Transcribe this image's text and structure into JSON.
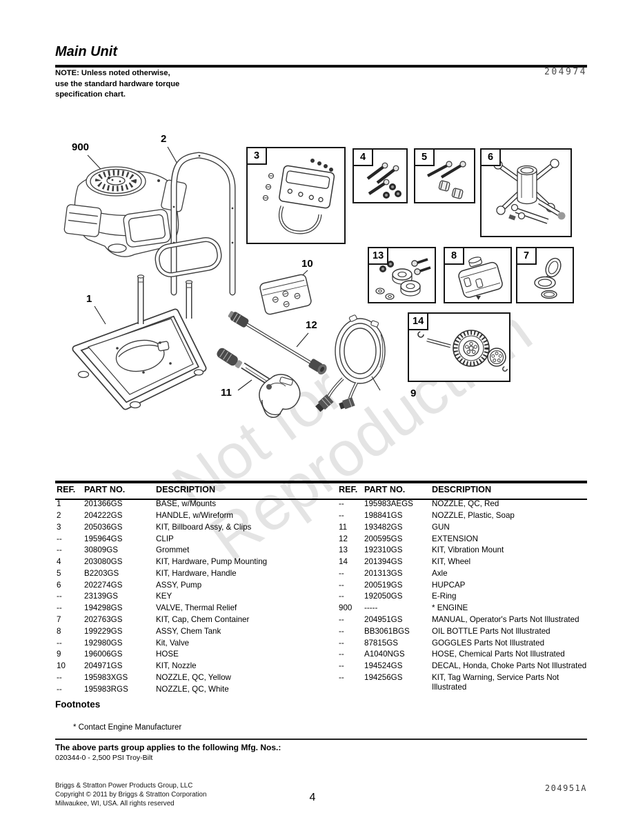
{
  "page": {
    "title": "Main Unit",
    "note_lines": [
      "NOTE: Unless noted otherwise,",
      "use the standard hardware torque",
      "specification chart."
    ],
    "doc_number": "204974",
    "watermark_line1": "Not for",
    "watermark_line2": "Reproduction"
  },
  "diagram": {
    "callouts": {
      "engine": "900",
      "handle": "2",
      "base": "1",
      "hardware_bag": "10",
      "extension": "12",
      "gun": "11",
      "hose": "9"
    },
    "boxes": {
      "billboard_kit": "3",
      "pump_hardware_kit": "4",
      "handle_hardware_kit": "5",
      "pump_assy": "6",
      "vibration_mount_kit": "13",
      "chem_tank": "8",
      "chem_cap_kit": "7",
      "wheel_kit": "14"
    }
  },
  "parts_table": {
    "headers": [
      "REF.",
      "PART NO.",
      "DESCRIPTION"
    ],
    "left_rows": [
      [
        "1",
        "201366GS",
        "BASE, w/Mounts"
      ],
      [
        "2",
        "204222GS",
        "HANDLE, w/Wireform"
      ],
      [
        "3",
        "205036GS",
        "KIT, Billboard Assy, & Clips"
      ],
      [
        "--",
        "195964GS",
        "CLIP"
      ],
      [
        "--",
        "30809GS",
        "Grommet"
      ],
      [
        "4",
        "203080GS",
        "KIT, Hardware, Pump Mounting"
      ],
      [
        "5",
        "B2203GS",
        "KIT, Hardware, Handle"
      ],
      [
        "6",
        "202274GS",
        "ASSY, Pump"
      ],
      [
        "--",
        "23139GS",
        "KEY"
      ],
      [
        "--",
        "194298GS",
        "VALVE, Thermal Relief"
      ],
      [
        "7",
        "202763GS",
        "KIT, Cap, Chem Container"
      ],
      [
        "8",
        "199229GS",
        "ASSY, Chem Tank"
      ],
      [
        "--",
        "192980GS",
        "Kit, Valve"
      ],
      [
        "9",
        "196006GS",
        "HOSE"
      ],
      [
        "10",
        "204971GS",
        "KIT, Nozzle"
      ],
      [
        "--",
        "195983XGS",
        "NOZZLE, QC, Yellow"
      ],
      [
        "--",
        "195983RGS",
        "NOZZLE, QC, White"
      ]
    ],
    "right_rows": [
      [
        "--",
        "195983AEGS",
        "NOZZLE, QC, Red"
      ],
      [
        "--",
        "198841GS",
        "NOZZLE, Plastic, Soap"
      ],
      [
        "11",
        "193482GS",
        "GUN"
      ],
      [
        "12",
        "200595GS",
        "EXTENSION"
      ],
      [
        "13",
        "192310GS",
        "KIT, Vibration Mount"
      ],
      [
        "14",
        "201394GS",
        "KIT, Wheel"
      ],
      [
        "--",
        "201313GS",
        "Axle"
      ],
      [
        "--",
        "200519GS",
        "HUPCAP"
      ],
      [
        "--",
        "192050GS",
        "E-Ring"
      ],
      [
        "900",
        "-----",
        "* ENGINE"
      ],
      [
        "--",
        "204951GS",
        "MANUAL, Operator's Parts Not Illustrated"
      ],
      [
        "--",
        "BB3061BGS",
        "OIL BOTTLE Parts Not Illustrated"
      ],
      [
        "--",
        "87815GS",
        "GOGGLES Parts Not Illustrated"
      ],
      [
        "--",
        "A1040NGS",
        "HOSE, Chemical Parts Not Illustrated"
      ],
      [
        "--",
        "194524GS",
        "DECAL, Honda, Choke Parts Not Illustrated"
      ],
      [
        "--",
        "194256GS",
        "KIT, Tag Warning, Service Parts Not Illustrated"
      ]
    ]
  },
  "footnotes": {
    "heading": "Footnotes",
    "items": [
      "* Contact Engine Manufacturer"
    ]
  },
  "mfg_applicability": {
    "heading": "The above parts group applies to the following Mfg. Nos.:",
    "items": [
      "020344-0 - 2,500 PSI Troy-Bilt"
    ]
  },
  "footer": {
    "company_lines": [
      "Briggs & Stratton Power Products Group, LLC",
      "Copyright © 2011 by Briggs & Stratton Corporation",
      "Milwaukee, WI, USA. All rights reserved"
    ],
    "page_number": "4",
    "doc_code": "204951A"
  }
}
